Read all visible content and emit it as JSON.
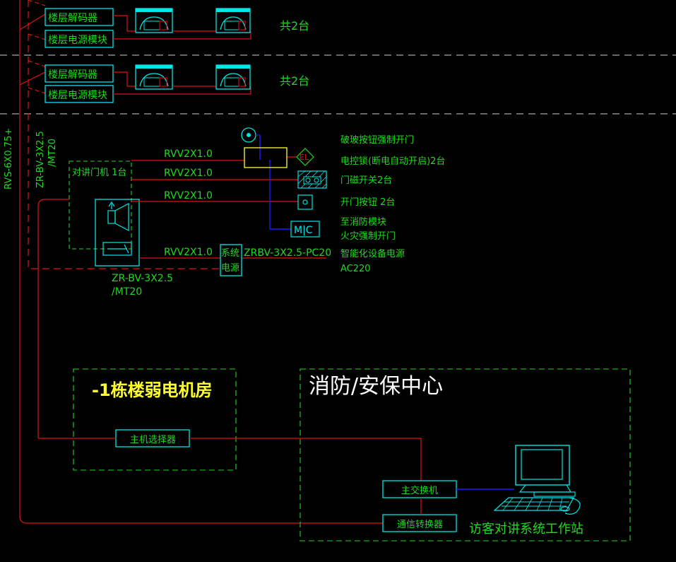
{
  "labels": {
    "floor_decoder": "楼层解码器",
    "floor_power_module": "楼层电源模块",
    "count_2_units": "共2台",
    "riser_cable_rvs": "RVS-6X0.75+",
    "riser_cable_zrbv": "ZR-BV-3X2.5",
    "riser_conduit": "/MT20",
    "intercom_door_unit": "对讲门机 1台",
    "cable_rvv_1": "RVV2X1.0",
    "cable_rvv_2": "RVV2X1.0",
    "cable_rvv_3": "RVV2X1.0",
    "cable_rvv_4": "RVV2X1.0",
    "break_glass": "破玻按钮强制开门",
    "electric_lock": "电控锁(断电自动开启)2台",
    "door_magnet": "门磁开关2台",
    "door_button": "开门按钮 2台",
    "to_fire_module": "至消防模块",
    "fire_force_open": "火灾强制开门",
    "mc_text": "M|C",
    "el_text": "EL",
    "system_power_line1": "系统",
    "system_power_line2": "电源",
    "zrbv_pc20": "ZRBV-3X2.5-PC20",
    "smart_power": "智能化设备电源",
    "ac220": "AC220",
    "bottom_cable": "ZR-BV-3X2.5",
    "bottom_conduit": "/MT20",
    "room_b1": "-1栋楼弱电机房",
    "control_center": "消防/安保中心",
    "host_selector": "主机选择器",
    "main_switch": "主交换机",
    "comm_converter": "通信转换器",
    "workstation": "访客对讲系统工作站"
  },
  "colors": {
    "cyan": "#00e5e5",
    "green": "#22d822",
    "red": "#e01010",
    "blue": "#1a1aff",
    "yellow": "#ffff2a",
    "white": "#ffffff",
    "dash": "#cfcfcf"
  }
}
